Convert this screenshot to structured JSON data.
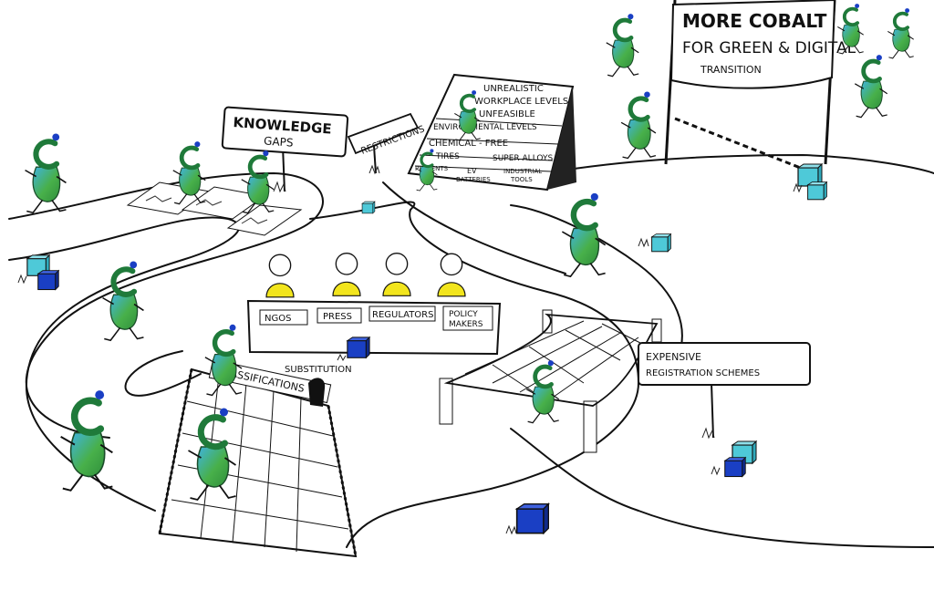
{
  "banner": {
    "line1": "MORE COBALT",
    "line2": "FOR GREEN & DIGITAL",
    "line3": "TRANSITION"
  },
  "signs": {
    "knowledge_gaps_1": "KNOWLEDGE",
    "knowledge_gaps_2": "GAPS",
    "restrictions": "RESTRICTIONS",
    "expensive_1": "EXPENSIVE",
    "expensive_2": "REGISTRATION SCHEMES",
    "classifications": "CLASSIFICATIONS",
    "substitution": "SUBSTITUTION"
  },
  "board": {
    "unrealistic_1": "UNREALISTIC",
    "unrealistic_2": "WORKPLACE LEVELS",
    "unfeasible_1": "UNFEASIBLE",
    "unfeasible_2": "ENVIRONMENTAL LEVELS",
    "chemical_free": "CHEMICAL - FREE",
    "tires": "TIRES",
    "superalloys": "SUPER ALLOYS",
    "pigments": "PIGMENTS",
    "ev": "EV",
    "batteries": "BATTERIES",
    "industrial": "INDUSTRIAL",
    "tools": "TOOLS"
  },
  "panel": {
    "ngos": "NGOS",
    "press": "PRESS",
    "regulators": "REGULATORS",
    "policy_1": "POLICY",
    "policy_2": "MAKERS"
  },
  "colors": {
    "green": "#4aa832",
    "dark_green": "#1f7a3a",
    "blue": "#3b8fd6",
    "cube_teal": "#4ec9d8",
    "cube_blue": "#1a3fc4",
    "yellow": "#f2e51d"
  }
}
